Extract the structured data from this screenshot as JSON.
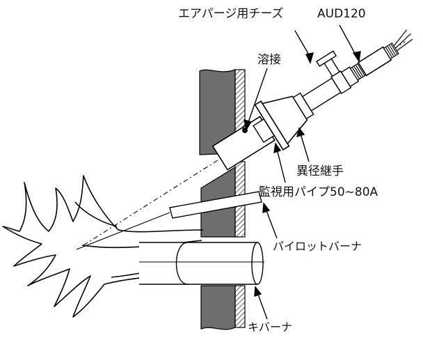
{
  "labels": {
    "air_purge_tee": "エアパージ用チーズ",
    "model": "AUD120",
    "weld": "溶接",
    "reducer": "異径継手",
    "sight_pipe": "監視用パイプ50~80A",
    "pilot_burner": "パイロットバーナ",
    "main_burner": "キバーナ"
  }
}
